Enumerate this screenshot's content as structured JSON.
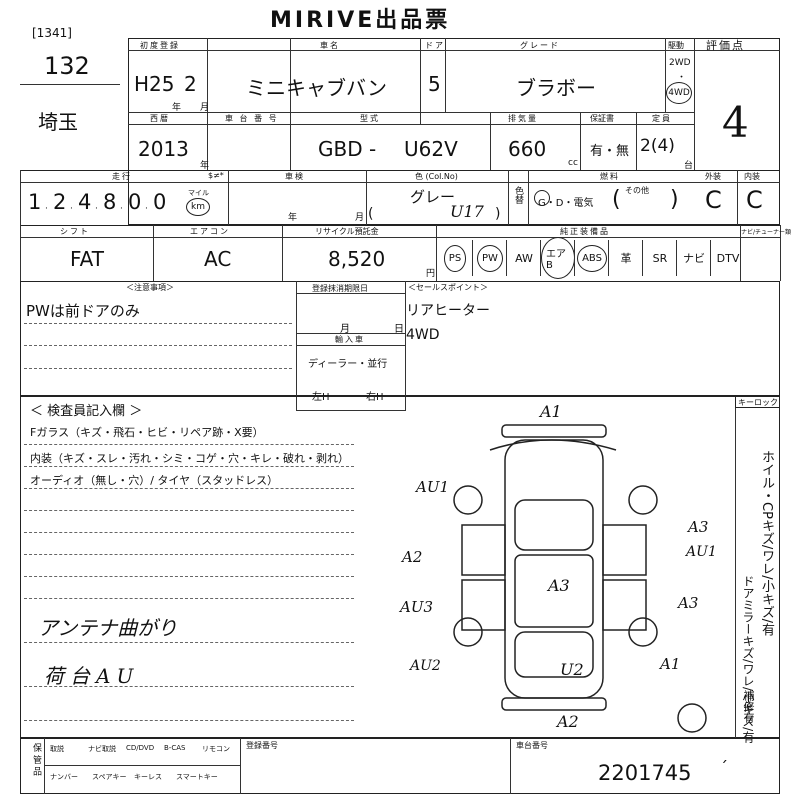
{
  "header": {
    "title": "MIRIVE出品票",
    "lot_code": "[1341]",
    "lot_no": "132",
    "region": "埼玉"
  },
  "labels": {
    "first_reg": "初度登録",
    "car_name": "車名",
    "doors": "ドア",
    "grade": "グレード",
    "drive": "駆動",
    "score": "評価点",
    "western": "西暦",
    "vehicle_id": "車 台 番 号",
    "model": "型式",
    "displacement": "排気量",
    "warranty": "保証書",
    "capacity": "定員",
    "mileage": "走行",
    "meter": "$≠*",
    "inspection": "車検",
    "color": "色 (Col.No)",
    "color_swap": "色替",
    "fuel": "燃料",
    "exterior": "外装",
    "interior": "内装",
    "shift": "シフト",
    "aircon": "エアコン",
    "recycle": "リサイクル預託金",
    "equipment": "純正装備品",
    "navi_type": "ナビ/チューナー類",
    "notes": "＜注意事項＞",
    "reg_expiry": "登録抹消期限日",
    "import": "輸入車",
    "dealer": "ディーラー・並行",
    "sales_point": "＜セールスポイント＞",
    "inspector": "＜ 検査員記入欄 ＞",
    "key": "キーロック",
    "year_suffix": "年",
    "month_suffix": "月",
    "day_suffix": "日",
    "cc": "cc",
    "yen": "円",
    "lot_count": "台",
    "dealer_l": "左H",
    "dealer_r": "右H",
    "chassis_reg": "登録番号",
    "chassis_no": "車台番号",
    "storage": "保 管 品"
  },
  "vehicle": {
    "era_year": "H25",
    "reg_month": "2",
    "car_name": "ミニキャブバン",
    "doors": "5",
    "grade": "ブラボー",
    "drive_opts": [
      "2WD",
      "4WD"
    ],
    "drive_selected": "4WD",
    "score": "4",
    "western_year": "2013",
    "model_prefix": "GBD -",
    "model_code": "U62V",
    "displacement": "660",
    "warranty": "有・無",
    "capacity": "2(4)",
    "mileage_digits": [
      "1",
      "2",
      "4",
      "8",
      "0",
      "0"
    ],
    "mileage_unit_top": "マイル",
    "mileage_unit": "km",
    "color_name": "グレー",
    "color_code": "U17",
    "fuel": "G・D・電気",
    "fuel_other": "その他",
    "exterior": "C",
    "interior": "C",
    "shift": "FAT",
    "aircon": "AC",
    "recycle": "8,520"
  },
  "equipment": [
    "PS",
    "PW",
    "AW",
    "エアB",
    "ABS",
    "革",
    "SR",
    "ナビ",
    "DTV"
  ],
  "equipment_circled": [
    "PS",
    "PW",
    "エアB",
    "ABS"
  ],
  "notes": {
    "line1": "PWは前ドアのみ",
    "sales": [
      "リアヒーター",
      "4WD"
    ]
  },
  "inspector_lines": [
    "Fガラス（キズ・飛石・ヒビ・リペア跡・X要）",
    "内装（キズ・スレ・汚れ・シミ・コゲ・穴・キレ・破れ・剥れ）",
    "オーディオ（無し・穴）/ タイヤ（スタッドレス）"
  ],
  "handwritten_notes": [
    "アンテナ曲がり",
    "荷台AU"
  ],
  "diagram_marks": [
    "A1",
    "AU1",
    "A2",
    "A3",
    "A3",
    "AU1",
    "AU3",
    "A3",
    "AU2",
    "U2",
    "A1",
    "A2"
  ],
  "side_notes": [
    "ホイル・CPキズ/ワレ/小キズ/有",
    "ドアミラーキズ/ワレ/小キズ/有",
    "補修有"
  ],
  "bottom": {
    "items": [
      "取説",
      "ナビ取説",
      "CD/DVD",
      "B-CAS",
      "リモコン",
      "ナンバー",
      "スペアキー",
      "キーレス",
      "スマートキー"
    ],
    "frame_number": "2201745"
  },
  "colors": {
    "ink": "#111111",
    "line": "#222222"
  }
}
